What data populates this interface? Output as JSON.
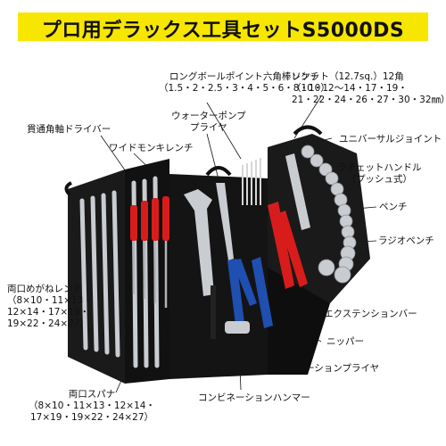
{
  "title": "プロ用デラックス工具セットS5000DS",
  "colors": {
    "band": "#f7e600",
    "box": "#121212",
    "red": "#d81c1c",
    "blue": "#1f4fb0",
    "chrome": "#c9ccd1"
  },
  "labels": {
    "hex_key": [
      "ロングボールポイント六角棒レンチ",
      "（1.5・2・2.5・3・4・5・6・8・10）"
    ],
    "socket": [
      "ソケット（12.7sq.）12角",
      "（10・12～14・17・19・",
      "21・22・24・26・27・30・32㎜）"
    ],
    "water_pump": [
      "ウォーターポンプ",
      "プライヤ"
    ],
    "screwdriver": "貫通角軸ドライバー",
    "universal_joint": "ユニバーサルジョイント",
    "wide_wrench": "ワイドモンキレンチ",
    "ratchet": [
      "ラチェットハンドル",
      "（プッシュ式）"
    ],
    "pliers": "ペンチ",
    "radio_pliers": "ラジオペンチ",
    "box_wrench": [
      "両口めがねレンチ",
      "（8×10・11×13・",
      "12×14・17×19・",
      "19×22・24×27）"
    ],
    "extension_bar": "エクステンションバー",
    "nipper": "ニッパー",
    "combination_pliers": "コンビネーションプライヤ",
    "open_wrench": [
      "両口スパナ",
      "（8×10・11×13・12×14・",
      "17×19・19×22・24×27）"
    ],
    "hammer": "コンビネーションハンマー"
  }
}
